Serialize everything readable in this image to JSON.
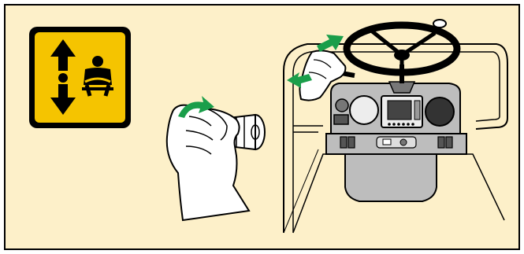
{
  "diagram": {
    "background_color": "#fdf0c9",
    "border_color": "#000000",
    "panels": [
      {
        "name": "seat-adjust-symbol",
        "description_shown": false
      },
      {
        "name": "hand-turning-knob"
      },
      {
        "name": "operator-station"
      }
    ],
    "symbol": {
      "background": "#f5c400",
      "glyph_color": "#000000",
      "icons": [
        "arrow-up-icon",
        "arrow-down-icon",
        "seated-operator-icon"
      ]
    },
    "motion_arrow_color": "#1a9e4a",
    "motion_arrows": [
      "rotate-arrow-icon",
      "tilt-up-arrow-icon",
      "tilt-down-arrow-icon"
    ]
  }
}
